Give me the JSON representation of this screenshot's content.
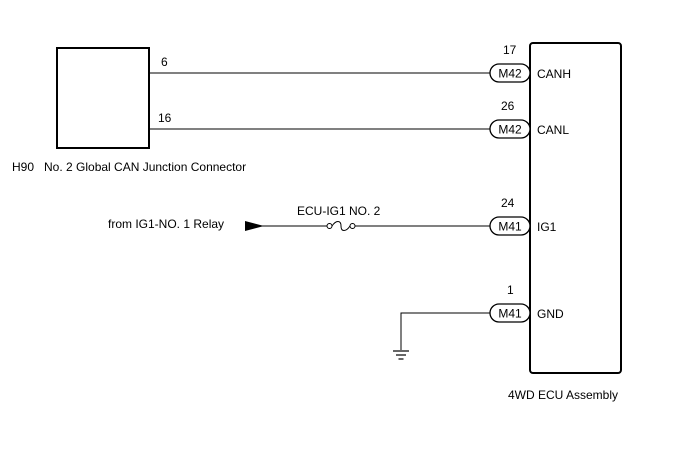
{
  "junction_connector": {
    "code": "H90",
    "name": "No. 2 Global CAN Junction Connector",
    "pins": {
      "canh": "6",
      "canl": "16"
    }
  },
  "ecu": {
    "name": "4WD ECU Assembly",
    "terminals": [
      {
        "pin": "17",
        "connector": "M42",
        "signal": "CANH"
      },
      {
        "pin": "26",
        "connector": "M42",
        "signal": "CANL"
      },
      {
        "pin": "24",
        "connector": "M41",
        "signal": "IG1"
      },
      {
        "pin": "1",
        "connector": "M41",
        "signal": "GND"
      }
    ]
  },
  "power_source": {
    "label": "from IG1-NO. 1 Relay"
  },
  "fuse": {
    "label": "ECU-IG1 NO. 2"
  },
  "ground": {
    "icon": "ground-icon"
  },
  "colors": {
    "line": "#000000",
    "background": "#ffffff"
  }
}
